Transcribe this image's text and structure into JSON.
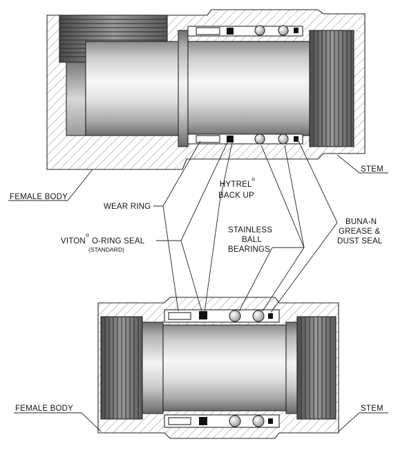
{
  "labels": {
    "female_body_top": "FEMALE BODY",
    "stem_top": "STEM",
    "wear_ring": "WEAR RING",
    "hytrel_line1": "HYTREL",
    "hytrel_reg": "®",
    "hytrel_line2": "BACK UP",
    "viton_name": "VITON",
    "viton_reg": "®",
    "viton_rest": "O-RING SEAL",
    "viton_standard": "(STANDARD)",
    "stainless_line1": "STAINLESS",
    "stainless_line2": "BALL",
    "stainless_line3": "BEARINGS",
    "buna_line1": "BUNA-N",
    "buna_line2": "GREASE &",
    "buna_line3": "DUST SEAL",
    "female_body_bottom": "FEMALE BODY",
    "stem_bottom": "STEM"
  },
  "colors": {
    "metal_light": "#f2f2f2",
    "metal_mid": "#bdbdbd",
    "metal_dark": "#7a7a7a",
    "hatch": "#8a8a8a",
    "seal_black": "#111111"
  }
}
